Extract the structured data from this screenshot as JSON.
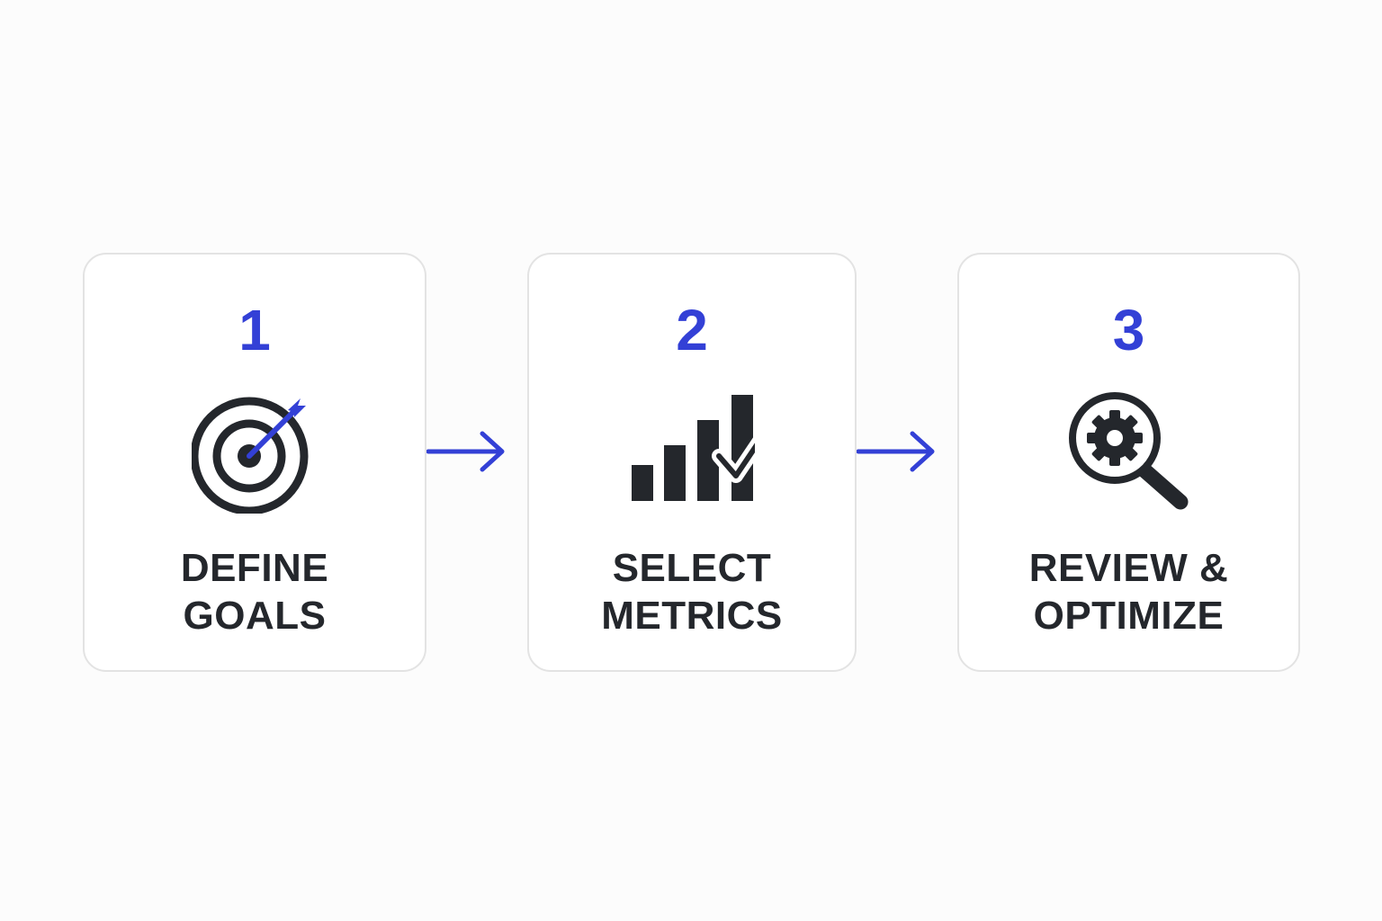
{
  "colors": {
    "accent": "#3340d6",
    "ink": "#24272c",
    "card_border": "#e3e3e3",
    "background": "#fcfcfc"
  },
  "steps": [
    {
      "number": "1",
      "label_line1": "DEFINE",
      "label_line2": "GOALS",
      "icon": "target-dart-icon"
    },
    {
      "number": "2",
      "label_line1": "SELECT",
      "label_line2": "METRICS",
      "icon": "bar-chart-check-icon"
    },
    {
      "number": "3",
      "label_line1": "REVIEW &",
      "label_line2": "OPTIMIZE",
      "icon": "magnifier-gear-icon"
    }
  ],
  "connectors": [
    {
      "from": "1",
      "to": "2",
      "icon": "arrow-right-icon"
    },
    {
      "from": "2",
      "to": "3",
      "icon": "arrow-right-icon"
    }
  ]
}
